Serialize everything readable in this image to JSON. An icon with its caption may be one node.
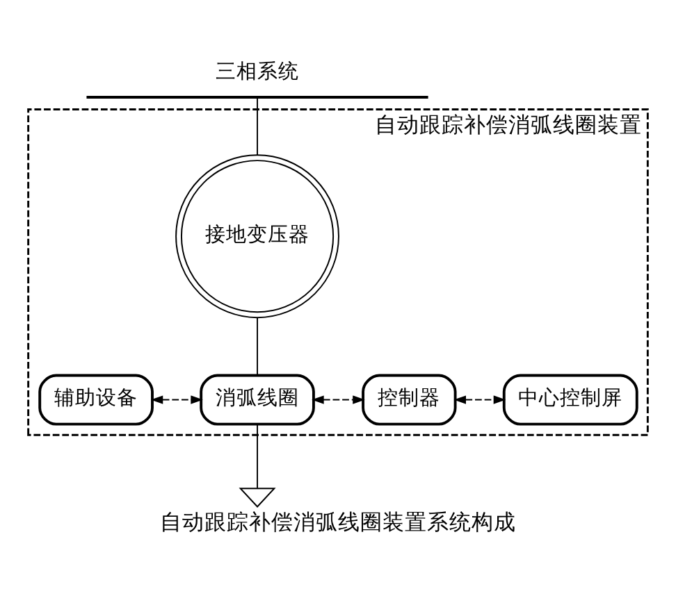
{
  "diagram": {
    "caption": "自动跟踪补偿消弧线圈装置系统构成",
    "nodes": [
      {
        "text": [
          "三相系统"
        ]
      },
      {
        "text": [
          "自动跟踪补偿消弧线圈装置"
        ]
      },
      {
        "text": [
          "接地变压器"
        ],
        "in": 1
      },
      {
        "text": [
          "辅助设备"
        ],
        "in": 1
      },
      {
        "text": [
          "消弧线圈"
        ],
        "in": 1
      },
      {
        "text": [
          "控制器"
        ],
        "in": 1
      },
      {
        "text": [
          "中心控制屏"
        ],
        "in": 1
      },
      {
        "text": [],
        "shape": "ground"
      }
    ],
    "edges": [
      {
        "from": 0,
        "to": 2,
        "arrow": "none"
      },
      {
        "from": 2,
        "to": 4,
        "arrow": "none"
      },
      {
        "from": 3,
        "to": 4,
        "arrow": "both",
        "style": "dashed"
      },
      {
        "from": 4,
        "to": 5,
        "arrow": "both",
        "style": "dashed"
      },
      {
        "from": 5,
        "to": 6,
        "arrow": "both",
        "style": "dashed"
      },
      {
        "from": 4,
        "to": 7,
        "arrow": "none"
      }
    ]
  }
}
